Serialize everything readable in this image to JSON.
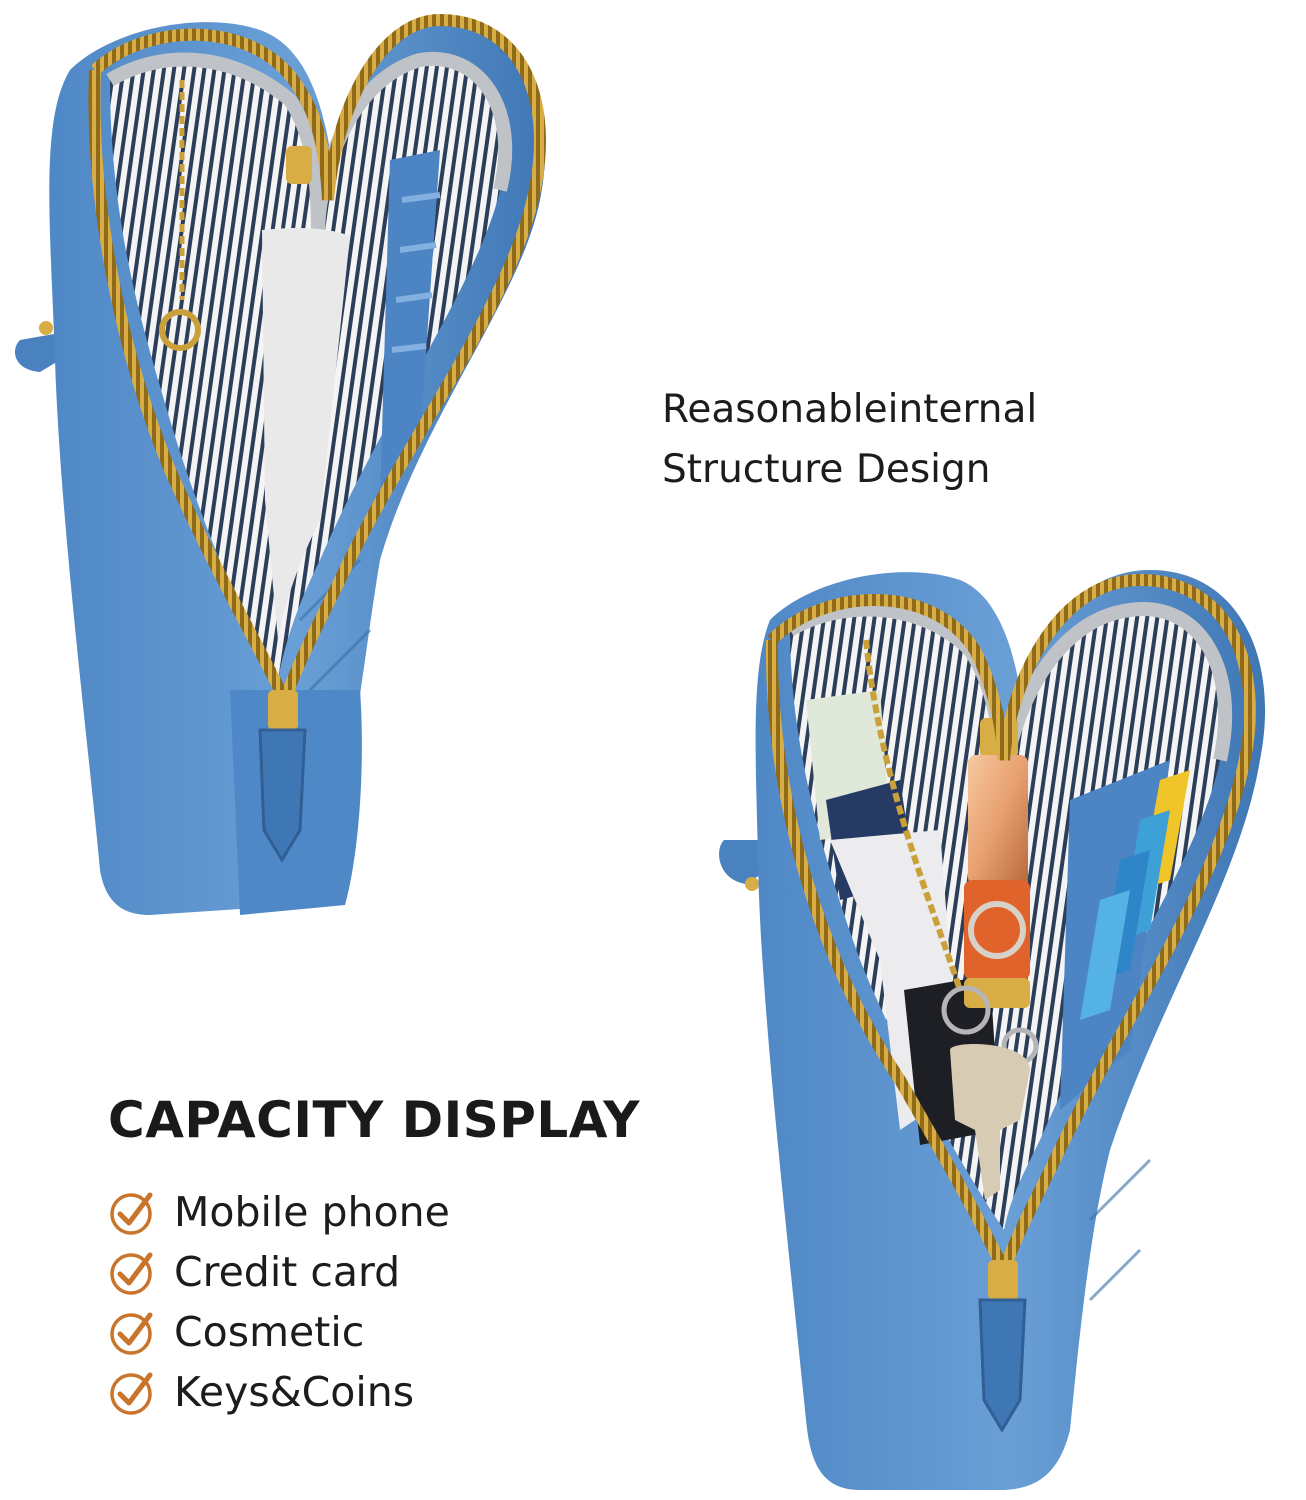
{
  "headline": {
    "line1": "Reasonableinternal",
    "line2": "Structure Design"
  },
  "capacity": {
    "title": "CAPACITY DISPLAY",
    "items": [
      {
        "label": "Mobile phone"
      },
      {
        "label": "Credit card"
      },
      {
        "label": "Cosmetic"
      },
      {
        "label": "Keys&Coins"
      }
    ]
  },
  "colors": {
    "bag_blue": "#5b93cf",
    "bag_blue_dark": "#3e76b4",
    "zipper_gold": "#d4a63a",
    "lining_gray": "#c6c8cb",
    "check_orange": "#c8742a",
    "text": "#1c1c1c"
  }
}
